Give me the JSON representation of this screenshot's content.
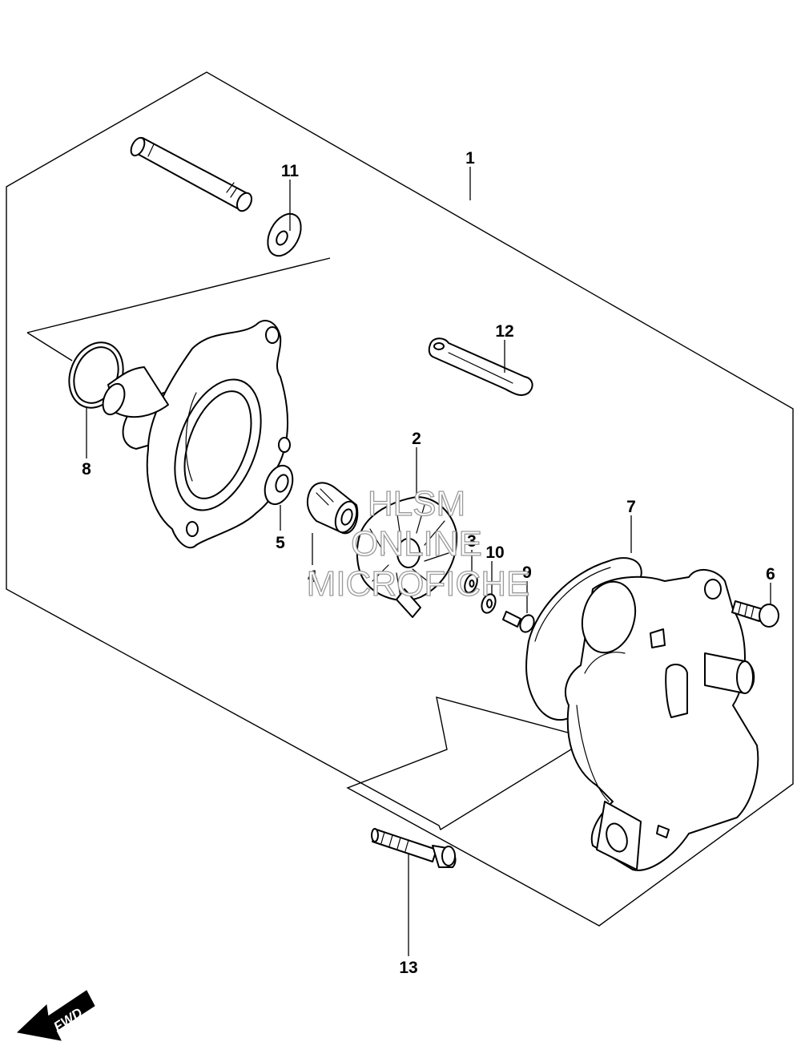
{
  "callouts": {
    "c1": "1",
    "c2": "2",
    "c3": "3",
    "c4": "4",
    "c5": "5",
    "c6": "6",
    "c7": "7",
    "c8": "8",
    "c9": "9",
    "c10": "10",
    "c11": "11",
    "c12": "12",
    "c13": "13"
  },
  "watermark": {
    "line1": "HLSM",
    "line2": "ONLINE",
    "line3": "MICROFICHE"
  },
  "fwd_label": "FWD"
}
